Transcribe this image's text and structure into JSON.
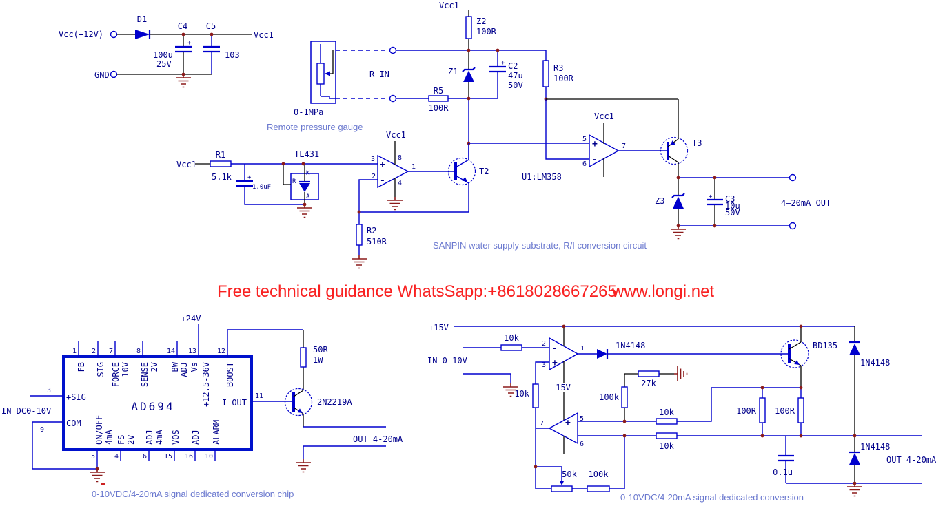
{
  "power": {
    "vcc": "Vcc(+12V)",
    "gnd": "GND",
    "vcc1": "Vcc1",
    "d1": "D1",
    "c4": "C4",
    "c4_v1": "100u",
    "c4_v2": "25V",
    "c5": "C5",
    "c5_v": "103"
  },
  "gauge": {
    "range": "0-1MPa",
    "name": "Remote pressure gauge",
    "rin": "R IN"
  },
  "rnet": {
    "vcc1": "Vcc1",
    "z2": "Z2",
    "z2_v": "100R",
    "z1": "Z1",
    "c2": "C2",
    "c2_v1": "47u",
    "c2_v2": "50V",
    "r3": "R3",
    "r3_v": "100R",
    "r5": "R5",
    "r5_v": "100R"
  },
  "reg": {
    "vcc1": "Vcc1",
    "r1": "R1",
    "r1_v": "5.1k",
    "cap": "1.0uF",
    "name": "TL431",
    "k": "K",
    "r": "R",
    "a": "A"
  },
  "op1": {
    "vcc1": "Vcc1",
    "p1": "1",
    "p2": "2",
    "p3": "3",
    "p4": "4",
    "p8": "8",
    "plus": "+",
    "minus": "-"
  },
  "t2": {
    "name": "T2",
    "r2": "R2",
    "r2_v": "510R"
  },
  "op2": {
    "vcc1": "Vcc1",
    "p5": "5",
    "p6": "6",
    "p7": "7",
    "plus": "+",
    "minus": "-",
    "u1": "U1:LM358"
  },
  "t3": {
    "name": "T3"
  },
  "out1": {
    "z3": "Z3",
    "c3": "C3",
    "c3_v1": "10u",
    "c3_v2": "50V",
    "label": "4—20mA OUT",
    "caption": "SANPIN water supply substrate, R/I conversion circuit"
  },
  "banner": {
    "text": "Free technical guidance WhatsSapp:+8618028667265",
    "site": "www.longi.net"
  },
  "chip": {
    "name": "AD694",
    "p24": "+24V",
    "in": "IN DC0-10V",
    "out": "OUT 4-20mA",
    "r50": "50R",
    "r50w": "1W",
    "q": "2N2219A",
    "caption": "0-10VDC/4-20mA signal dedicated conversion chip",
    "n1": "1",
    "n2": "2",
    "n3": "3",
    "n4": "4",
    "n5": "5",
    "n6": "6",
    "n7": "7",
    "n8": "8",
    "n9": "9",
    "n10": "10",
    "n11": "11",
    "n12": "12",
    "n13": "13",
    "n14": "14",
    "n15": "15",
    "n16": "16",
    "fb": "FB",
    "nsig": "-SIG",
    "force": "FORCE",
    "v10": "10V",
    "sense": "SENSE",
    "v2a": "2V",
    "bw": "BW",
    "bwadj": "ADJ",
    "vs": "Vs",
    "vrange": "+12.5-36V",
    "boost": "BOOST",
    "psig": "+SIG",
    "com": "COM",
    "onoff": "ON/OFF",
    "ma4a": "4mA",
    "fs": "FS",
    "v2b": "2V",
    "adja": "ADJ",
    "ma4b": "4mA",
    "vos": "VOS",
    "adjb": "ADJ",
    "alarm": "ALARM",
    "iout": "I OUT"
  },
  "conv": {
    "p15": "+15V",
    "in": "IN 0-10V",
    "m15": "-15V",
    "oa1": {
      "p1": "1",
      "p2": "2",
      "p3": "3",
      "plus": "+",
      "minus": "-"
    },
    "oa2": {
      "p5": "5",
      "p6": "6",
      "p7": "7",
      "plus": "+",
      "minus": "-"
    },
    "r10k1": "10k",
    "r10k2": "10k",
    "r10k3": "10k",
    "r10k4": "10k",
    "r100k1": "100k",
    "r100k2": "100k",
    "r27k": "27k",
    "r50k": "50k",
    "r100r1": "100R",
    "r100r2": "100R",
    "c01": "0.1u",
    "d1": "1N4148",
    "d2": "1N4148",
    "d3": "1N4148",
    "q": "BD135",
    "out": "OUT 4-20mA",
    "caption": "0-10VDC/4-20mA signal dedicated conversion"
  }
}
